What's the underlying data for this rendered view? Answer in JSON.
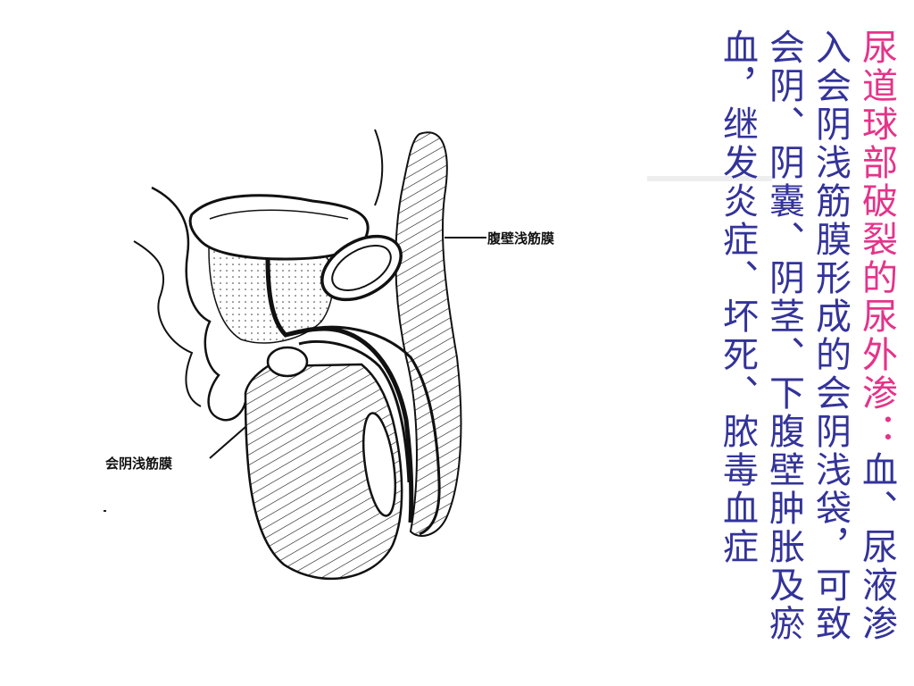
{
  "labels": {
    "perineal_fascia": "会阴浅筋膜",
    "abdominal_fascia": "腹壁浅筋膜"
  },
  "text": {
    "highlight": "尿道球部破裂的尿外渗：",
    "body": "血、尿液渗入会阴浅筋膜形成的会阴浅袋，可致会阴、阴囊、阴茎、下腹壁肿胀及瘀血，继发炎症、坏死、脓毒血症"
  },
  "colors": {
    "highlight": "#e5338a",
    "body": "#33339a",
    "line": "#111111"
  }
}
